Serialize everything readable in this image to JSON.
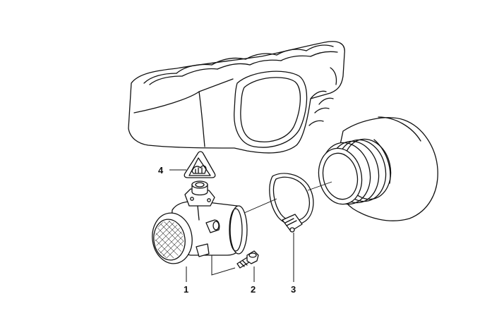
{
  "callouts": [
    {
      "id": "1",
      "label": "1"
    },
    {
      "id": "2",
      "label": "2"
    },
    {
      "id": "3",
      "label": "3"
    },
    {
      "id": "4",
      "label": "4"
    }
  ],
  "parts": {
    "air_filter_housing": "air-filter-housing",
    "intake_boot": "intake-boot",
    "hose_clamp": "hose-clamp",
    "mass_air_flow_sensor": "mass-air-flow-sensor",
    "bolt": "bolt",
    "warning_label": "warning-label"
  },
  "colors": {
    "line": "#111111",
    "background": "#ffffff"
  }
}
